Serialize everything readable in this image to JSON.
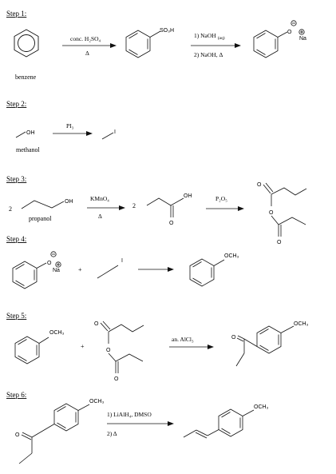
{
  "steps": [
    {
      "heading": "Step 1:",
      "compound_labels": {
        "benzene": "benzene"
      },
      "reagents": {
        "r1": "conc. H₂SO₄",
        "r1_heat": "Δ",
        "r2_line1": "1) NaOH",
        "r2_line1_sub": "(aq)",
        "r2_line2": "2) NaOH, Δ"
      },
      "atoms": {
        "so3h": "SO₃H",
        "o": "O",
        "na": "Na"
      }
    },
    {
      "heading": "Step 2:",
      "compound_labels": {
        "methanol": "methanol"
      },
      "reagents": {
        "r1": "PI₃"
      },
      "atoms": {
        "oh": "OH",
        "i": "I"
      }
    },
    {
      "heading": "Step 3:",
      "compound_labels": {
        "propanol": "propanol"
      },
      "reagents": {
        "r1": "KMnO₄",
        "r1_heat": "Δ",
        "r2": "P₂O₅"
      },
      "coefficients": [
        "2",
        "2"
      ],
      "atoms": {
        "oh": "OH",
        "o": "O"
      }
    },
    {
      "heading": "Step 4:",
      "atoms": {
        "o": "O",
        "na": "Na",
        "i": "I",
        "och3": "OCH₃"
      },
      "plus": "+"
    },
    {
      "heading": "Step 5:",
      "reagents": {
        "r1": "an. AlCl₃"
      },
      "atoms": {
        "o": "O",
        "och3": "OCH₃"
      },
      "plus": "+"
    },
    {
      "heading": "Step 6:",
      "reagents": {
        "r1": "1) LiAlH₄, DMSO",
        "r2": "2) Δ"
      },
      "atoms": {
        "o": "O",
        "och3": "OCH₃"
      }
    }
  ]
}
